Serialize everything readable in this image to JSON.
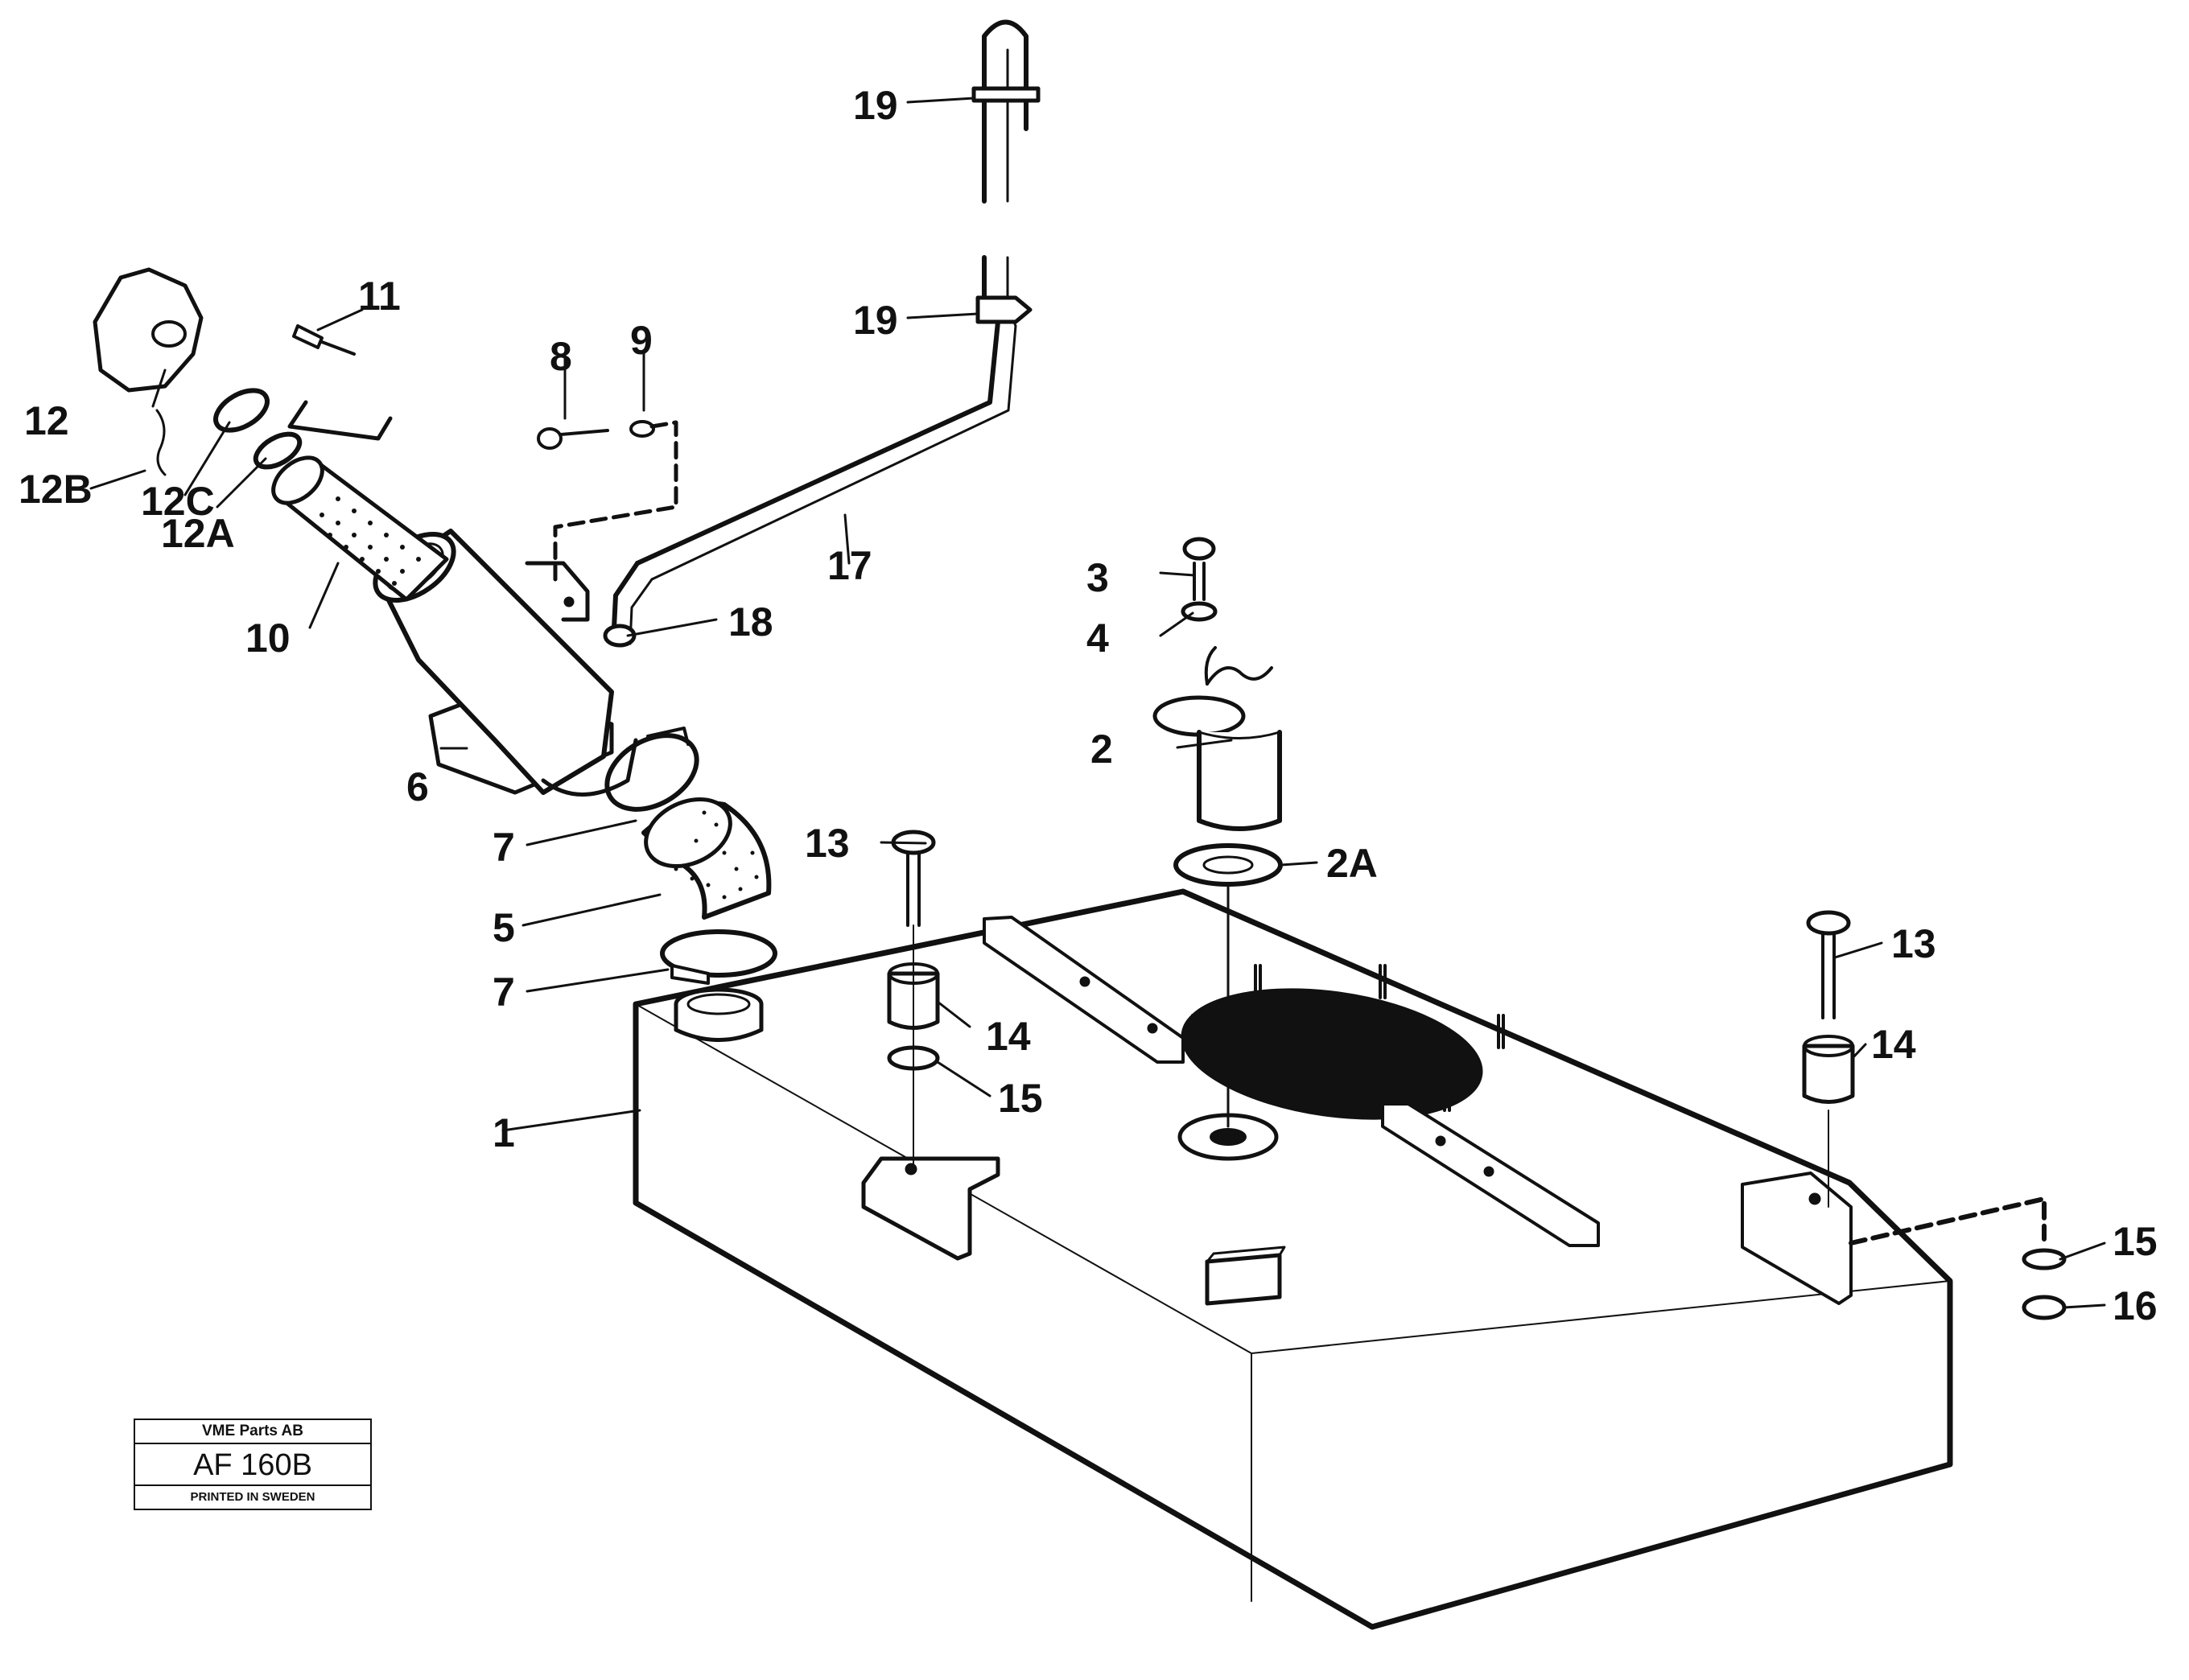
{
  "diagram": {
    "callouts": [
      {
        "id": "1",
        "label": "1"
      },
      {
        "id": "2",
        "label": "2"
      },
      {
        "id": "2A",
        "label": "2A"
      },
      {
        "id": "3",
        "label": "3"
      },
      {
        "id": "4",
        "label": "4"
      },
      {
        "id": "5",
        "label": "5"
      },
      {
        "id": "6",
        "label": "6"
      },
      {
        "id": "7a",
        "label": "7"
      },
      {
        "id": "7b",
        "label": "7"
      },
      {
        "id": "8",
        "label": "8"
      },
      {
        "id": "9",
        "label": "9"
      },
      {
        "id": "10",
        "label": "10"
      },
      {
        "id": "11",
        "label": "11"
      },
      {
        "id": "12",
        "label": "12"
      },
      {
        "id": "12A",
        "label": "12A"
      },
      {
        "id": "12B",
        "label": "12B"
      },
      {
        "id": "12C",
        "label": "12C"
      },
      {
        "id": "13a",
        "label": "13"
      },
      {
        "id": "13b",
        "label": "13"
      },
      {
        "id": "14a",
        "label": "14"
      },
      {
        "id": "14b",
        "label": "14"
      },
      {
        "id": "15a",
        "label": "15"
      },
      {
        "id": "15b",
        "label": "15"
      },
      {
        "id": "16",
        "label": "16"
      },
      {
        "id": "17",
        "label": "17"
      },
      {
        "id": "18",
        "label": "18"
      },
      {
        "id": "19a",
        "label": "19"
      },
      {
        "id": "19b",
        "label": "19"
      }
    ]
  },
  "title_block": {
    "company": "VME Parts AB",
    "code": "AF 160B",
    "printed": "PRINTED IN SWEDEN"
  }
}
